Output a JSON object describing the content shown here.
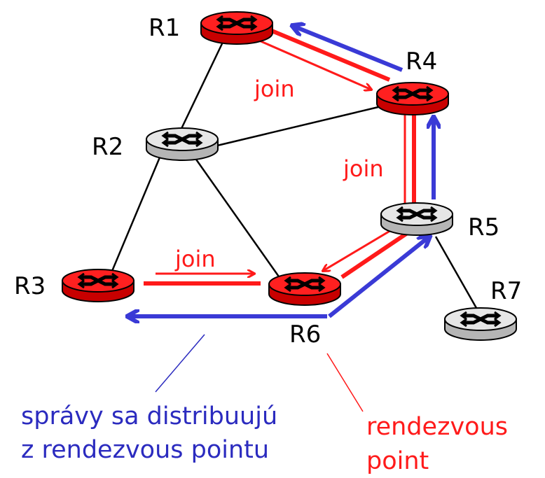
{
  "colors": {
    "red_router": "#ff0000",
    "gray_router": "#dadada",
    "join_red": "#ff1a1a",
    "flow_blue": "#3a3ad6",
    "text_blue": "#2b2bbf",
    "link": "#000000"
  },
  "routers": [
    {
      "id": "R1",
      "label": "R1",
      "active": true
    },
    {
      "id": "R2",
      "label": "R2",
      "active": false
    },
    {
      "id": "R3",
      "label": "R3",
      "active": true
    },
    {
      "id": "R4",
      "label": "R4",
      "active": true
    },
    {
      "id": "R5",
      "label": "R5",
      "active": false
    },
    {
      "id": "R6",
      "label": "R6",
      "active": true
    },
    {
      "id": "R7",
      "label": "R7",
      "active": false
    }
  ],
  "join_labels": [
    "join",
    "join",
    "join"
  ],
  "annotations": {
    "distribution_line1": "správy sa distribuujú",
    "distribution_line2": "z rendezvous pointu",
    "rp_line1": "rendezvous",
    "rp_line2": "point"
  }
}
